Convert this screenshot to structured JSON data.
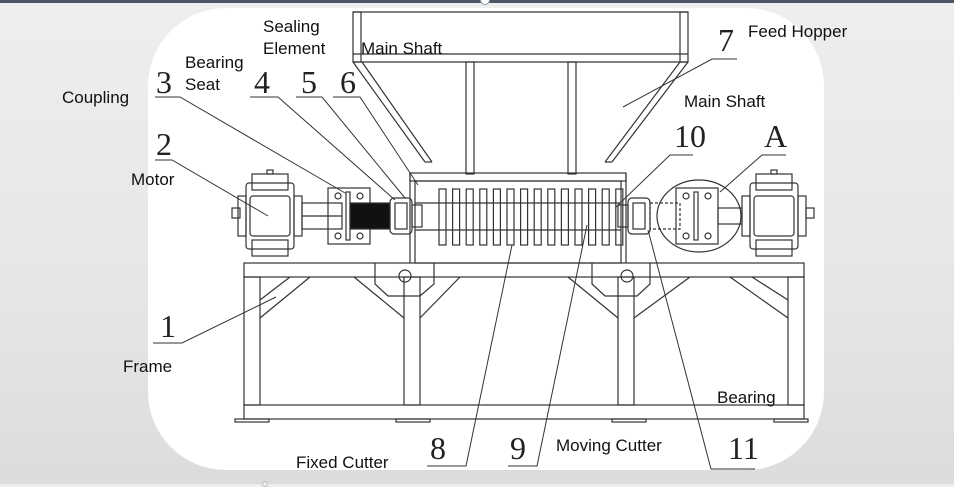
{
  "diagram": {
    "title": "Twin-shaft shredder structure diagram",
    "labels": {
      "coupling": "Coupling",
      "bearing_seat": [
        "Bearing",
        "Seat"
      ],
      "sealing_element": [
        "Sealing",
        "Element"
      ],
      "main_shaft_top": "Main Shaft",
      "feed_hopper": "Feed Hopper",
      "main_shaft_right": "Main Shaft",
      "motor": "Motor",
      "frame": "Frame",
      "bearing": "Bearing",
      "fixed_cutter": "Fixed Cutter",
      "moving_cutter": "Moving Cutter"
    },
    "callouts": {
      "n1": "1",
      "n2": "2",
      "n3": "3",
      "n4": "4",
      "n5": "5",
      "n6": "6",
      "n7": "7",
      "n8": "8",
      "n9": "9",
      "n10": "10",
      "n11": "11",
      "nA": "A"
    },
    "colors": {
      "line": "#333333",
      "panel": "#ffffff",
      "background": "#e6e6e6",
      "topbar": "#4a5866"
    }
  }
}
